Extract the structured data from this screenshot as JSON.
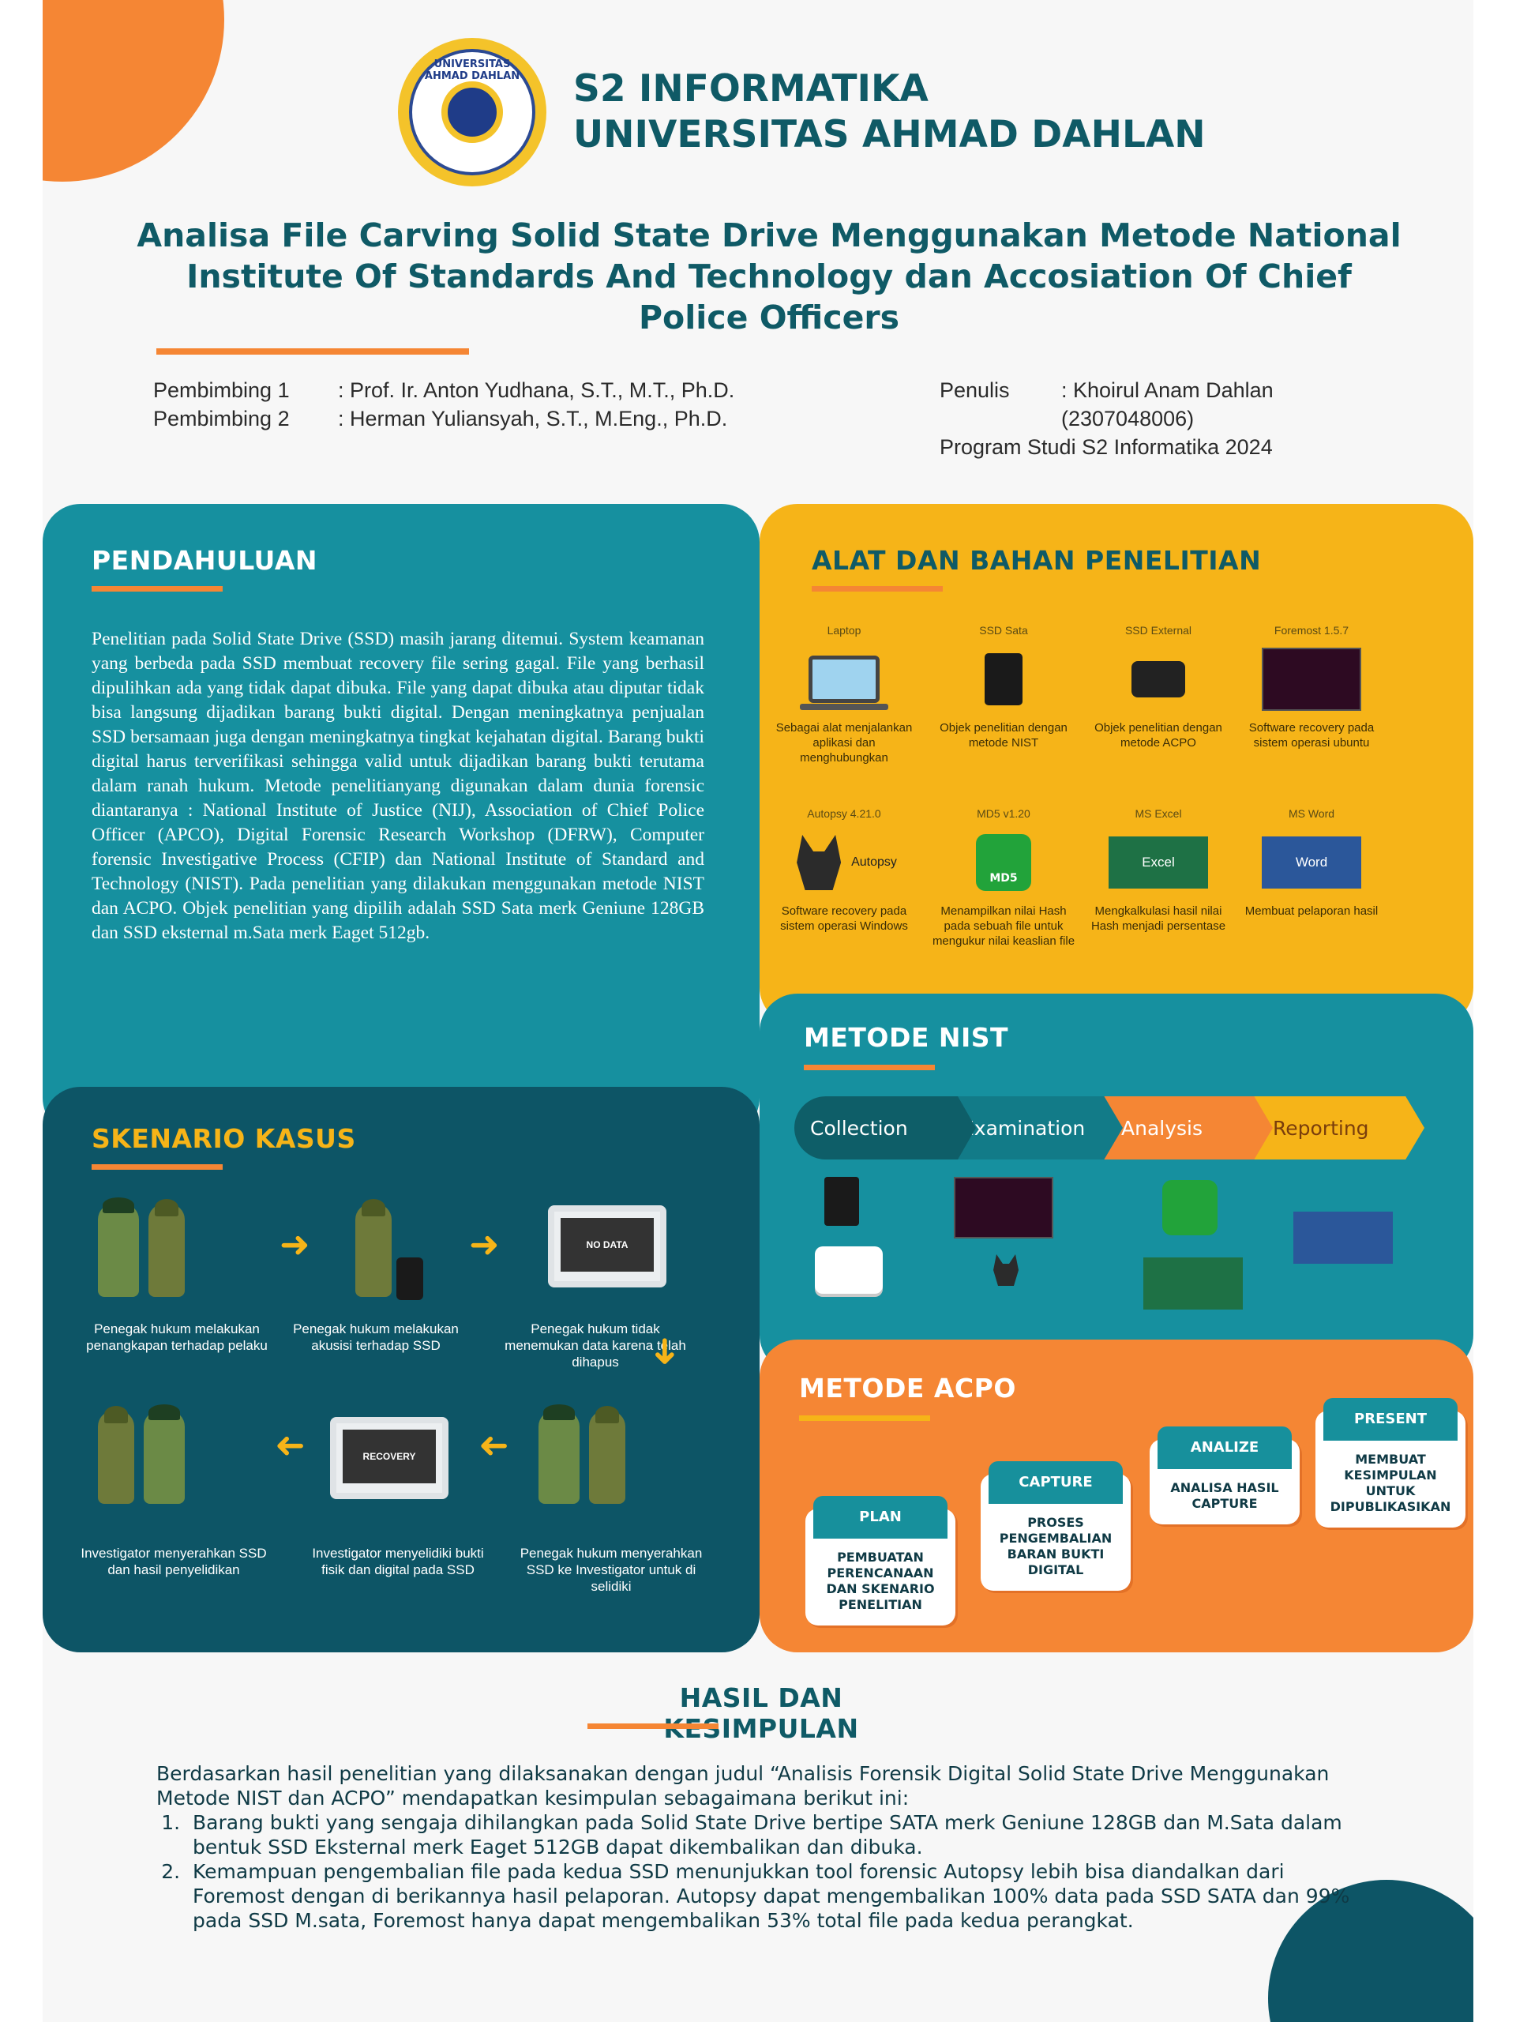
{
  "header": {
    "program": "S2 INFORMATIKA",
    "university": "UNIVERSITAS AHMAD DAHLAN",
    "logo_text": "UNIVERSITAS AHMAD DAHLAN"
  },
  "title": "Analisa File Carving Solid State Drive Menggunakan Metode National Institute Of Standards And Technology dan Accosiation Of Chief Police Officers",
  "supervisors": [
    {
      "label": "Pembimbing 1",
      "value": ": Prof. Ir. Anton Yudhana, S.T., M.T., Ph.D. "
    },
    {
      "label": "Pembimbing 2",
      "value": ": Herman Yuliansyah, S.T., M.Eng., Ph.D."
    }
  ],
  "author": {
    "label": "Penulis",
    "name": ": Khoirul Anam Dahlan ",
    "nim": "(2307048006)",
    "program": "Program Studi S2 Informatika 2024"
  },
  "pendahuluan": {
    "heading": "PENDAHULUAN",
    "paragraph": "Penelitian pada Solid State Drive (SSD) masih jarang ditemui. System keamanan yang berbeda pada  SSD membuat recovery file sering gagal. File yang berhasil dipulihkan ada yang tidak dapat dibuka. File yang dapat dibuka atau diputar tidak bisa  langsung dijadikan barang bukti digital. Dengan meningkatnya penjualan SSD bersamaan juga dengan meningkatnya tingkat kejahatan digital. Barang bukti digital harus terverifikasi sehingga valid untuk dijadikan barang bukti terutama dalam ranah hukum. Metode penelitianyang digunakan dalam dunia forensic diantaranya : National Institute of Justice (NIJ), Association of Chief Police Officer (APCO), Digital Forensic Research Workshop (DFRW), Computer forensic Investigative Process (CFIP) dan National Institute of Standard and Technology (NIST). Pada penelitian yang dilakukan menggunakan metode NIST dan ACPO. Objek penelitian yang dipilih adalah SSD Sata merk Geniune 128GB dan SSD eksternal m.Sata merk Eaget 512gb."
  },
  "alat": {
    "heading": "ALAT DAN BAHAN PENELITIAN",
    "items": [
      {
        "name": "Laptop",
        "icon": "laptop-icon",
        "desc": "Sebagai alat menjalankan aplikasi dan menghubungkan"
      },
      {
        "name": "SSD Sata",
        "icon": "ssd-icon",
        "desc": "Objek penelitian dengan metode NIST"
      },
      {
        "name": "SSD External",
        "icon": "external-drive-icon",
        "desc": "Objek penelitian dengan metode ACPO"
      },
      {
        "name": "Foremost 1.5.7",
        "icon": "terminal-icon",
        "desc": "Software recovery pada sistem operasi ubuntu"
      },
      {
        "name": "Autopsy 4.21.0",
        "icon": "autopsy-icon",
        "desc": "Software recovery pada sistem operasi Windows"
      },
      {
        "name": "MD5 v1.20",
        "icon": "md5-lock-icon",
        "desc": "Menampilkan nilai Hash pada sebuah file untuk mengukur nilai keaslian file"
      },
      {
        "name": "MS Excel",
        "icon": "excel-icon",
        "desc": "Mengkalkulasi hasil nilai Hash menjadi persentase"
      },
      {
        "name": "MS Word",
        "icon": "word-icon",
        "desc": "Membuat pelaporan hasil"
      }
    ],
    "brand_autopsy": "Autopsy",
    "brand_md5": "MD5",
    "brand_excel": "Excel",
    "brand_word": "Word"
  },
  "nist": {
    "heading": "METODE NIST",
    "steps": [
      "Collection",
      "Examination",
      "Analysis",
      "Reporting"
    ]
  },
  "skenario": {
    "heading": "SKENARIO KASUS",
    "captions": [
      "Penegak hukum melakukan penangkapan terhadap pelaku",
      "Penegak hukum melakukan akusisi terhadap SSD",
      "Penegak hukum tidak menemukan data karena telah dihapus",
      "Investigator menyerahkan SSD dan hasil penyelidikan",
      "Investigator menyelidiki bukti fisik dan digital pada SSD",
      "Penegak hukum menyerahkan SSD ke Investigator untuk di selidiki"
    ],
    "screen_nodata": "NO DATA",
    "screen_recovery": "RECOVERY"
  },
  "acpo": {
    "heading": "METODE ACPO",
    "stages": [
      {
        "title": "PLAN",
        "body": "PEMBUATAN PERENCANAAN DAN SKENARIO PENELITIAN"
      },
      {
        "title": "CAPTURE",
        "body": "PROSES PENGEMBALIAN BARAN BUKTI DIGITAL"
      },
      {
        "title": "ANALIZE",
        "body": "ANALISA HASIL CAPTURE"
      },
      {
        "title": "PRESENT",
        "body": "MEMBUAT KESIMPULAN UNTUK DIPUBLIKASIKAN"
      }
    ]
  },
  "hasil": {
    "heading": "HASIL DAN KESIMPULAN",
    "intro": "Berdasarkan hasil penelitian yang dilaksanakan dengan judul “Analisis Forensik Digital Solid State Drive Menggunakan Metode NIST dan ACPO” mendapatkan kesimpulan sebagaimana berikut ini:",
    "points": [
      "Barang bukti yang sengaja dihilangkan pada Solid State Drive bertipe SATA merk Geniune 128GB dan M.Sata dalam bentuk SSD Eksternal merk Eaget 512GB dapat dikembalikan dan dibuka.",
      "Kemampuan pengembalian file pada kedua SSD menunjukkan tool  forensic Autopsy lebih bisa diandalkan dari Foremost dengan di berikannya hasil pelaporan. Autopsy dapat mengembalikan 100% data pada SSD SATA dan 99% pada SSD M.sata, Foremost hanya dapat mengembalikan 53% total file pada kedua perangkat."
    ]
  },
  "colors": {
    "teal": "#16909f",
    "dark_teal": "#0d5566",
    "yellow": "#f6b418",
    "orange": "#f58634"
  }
}
